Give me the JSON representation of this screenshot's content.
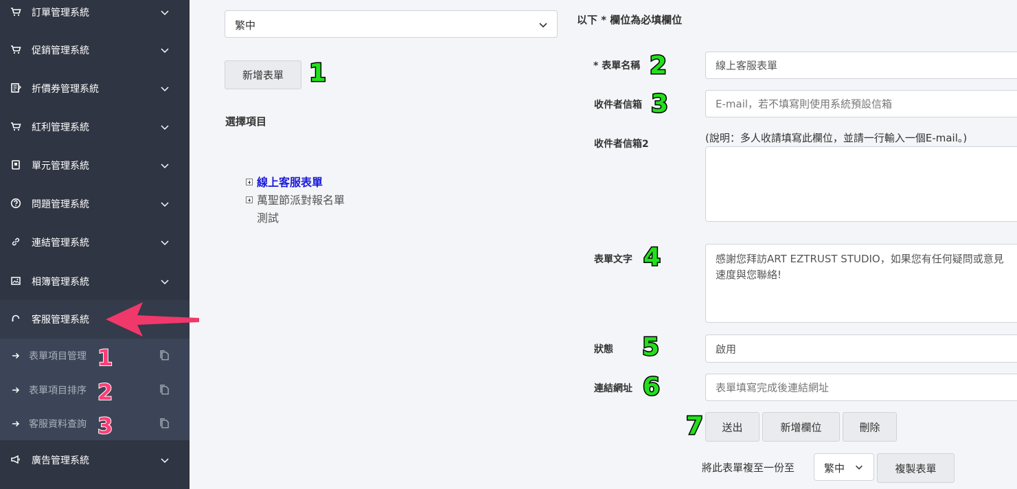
{
  "sidebar": {
    "items": [
      {
        "label": "訂單管理系統",
        "icon": "cart-icon"
      },
      {
        "label": "促銷管理系統",
        "icon": "cart-icon"
      },
      {
        "label": "折價券管理系統",
        "icon": "coupon-icon"
      },
      {
        "label": "紅利管理系統",
        "icon": "cart-icon"
      },
      {
        "label": "單元管理系統",
        "icon": "unit-icon"
      },
      {
        "label": "問題管理系統",
        "icon": "question-icon"
      },
      {
        "label": "連結管理系統",
        "icon": "link-icon"
      },
      {
        "label": "相簿管理系統",
        "icon": "image-icon"
      },
      {
        "label": "客服管理系統",
        "icon": "headset-icon"
      },
      {
        "label": "廣告管理系統",
        "icon": "megaphone-icon"
      }
    ],
    "sub_items": [
      {
        "label": "表單項目管理",
        "num": "1"
      },
      {
        "label": "表單項目排序",
        "num": "2"
      },
      {
        "label": "客服資料查詢",
        "num": "3"
      }
    ]
  },
  "language_select": {
    "value": "繁中"
  },
  "add_form_button": {
    "label": "新增表單",
    "num": "1"
  },
  "select_items": {
    "title": "選擇項目",
    "tree": [
      "線上客服表單",
      "萬聖節派對報名單",
      "測試"
    ]
  },
  "form": {
    "note": "以下 * 欄位為必填欄位",
    "name": {
      "label": "* 表單名稱",
      "value": "線上客服表單",
      "num": "2"
    },
    "email": {
      "label": "收件者信箱",
      "placeholder": "E-mail，若不填寫則使用系統預設信箱",
      "num": "3"
    },
    "email2": {
      "label": "收件者信箱2",
      "hint": "(說明：多人收請填寫此欄位，並請一行輸入一個E-mail。)"
    },
    "text": {
      "label": "表單文字",
      "value": "感謝您拜訪ART EZTRUST STUDIO，如果您有任何疑問或意見\n速度與您聯絡!",
      "num": "4"
    },
    "status": {
      "label": "狀態",
      "value": "啟用",
      "num": "5"
    },
    "url": {
      "label": "連結網址",
      "placeholder": "表單填寫完成後連結網址",
      "num": "6"
    },
    "buttons": {
      "submit": "送出",
      "add_field": "新增欄位",
      "delete": "刪除",
      "num": "7"
    },
    "copy": {
      "label": "將此表單複至一份至",
      "lang": "繁中",
      "button": "複製表單"
    }
  }
}
